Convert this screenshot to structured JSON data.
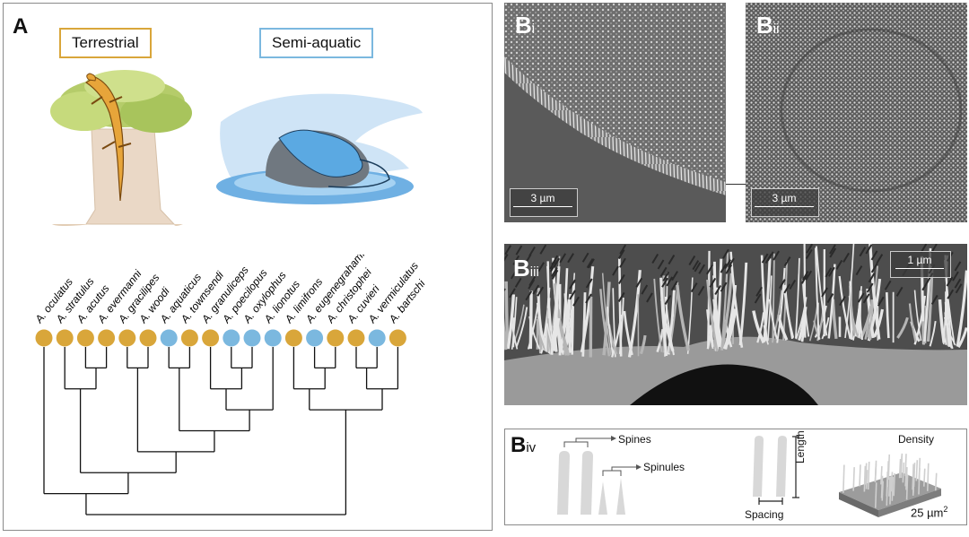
{
  "panel_a": {
    "label": "A",
    "terrestrial_label": "Terrestrial",
    "semiaquatic_label": "Semi-aquatic",
    "terrestrial_color": "#d9a63a",
    "semiaquatic_color": "#7bb8df",
    "species": [
      {
        "name": "A. oculatus",
        "habitat": "terrestrial"
      },
      {
        "name": "A. stratulus",
        "habitat": "terrestrial"
      },
      {
        "name": "A. acutus",
        "habitat": "terrestrial"
      },
      {
        "name": "A. evermanni",
        "habitat": "terrestrial"
      },
      {
        "name": "A. gracilipes",
        "habitat": "terrestrial"
      },
      {
        "name": "A. woodi",
        "habitat": "terrestrial"
      },
      {
        "name": "A. aquaticus",
        "habitat": "semiaquatic"
      },
      {
        "name": "A. townsendi",
        "habitat": "terrestrial"
      },
      {
        "name": "A. granuliceps",
        "habitat": "terrestrial"
      },
      {
        "name": "A. poecilopus",
        "habitat": "semiaquatic"
      },
      {
        "name": "A. oxylophus",
        "habitat": "semiaquatic"
      },
      {
        "name": "A. lionotus",
        "habitat": "semiaquatic"
      },
      {
        "name": "A. limifrons",
        "habitat": "terrestrial"
      },
      {
        "name": "A. eugenegrahami",
        "habitat": "semiaquatic"
      },
      {
        "name": "A. christophei",
        "habitat": "terrestrial"
      },
      {
        "name": "A. cuvieri",
        "habitat": "terrestrial"
      },
      {
        "name": "A. vermiculatus",
        "habitat": "semiaquatic"
      },
      {
        "name": "A. bartschi",
        "habitat": "terrestrial"
      }
    ]
  },
  "panel_b": {
    "bi_label": "B",
    "bi_sub": "i",
    "bii_label": "B",
    "bii_sub": "ii",
    "biii_label": "B",
    "biii_sub": "iii",
    "biv_label": "B",
    "biv_sub": "iv",
    "bi_scale": "3 µm",
    "bii_scale": "3 µm",
    "biii_scale": "1 µm",
    "spines_label": "Spines",
    "spinules_label": "Spinules",
    "length_label": "Length",
    "spacing_label": "Spacing",
    "density_label": "Density",
    "area_label": "25 µm",
    "area_sup": "2"
  }
}
